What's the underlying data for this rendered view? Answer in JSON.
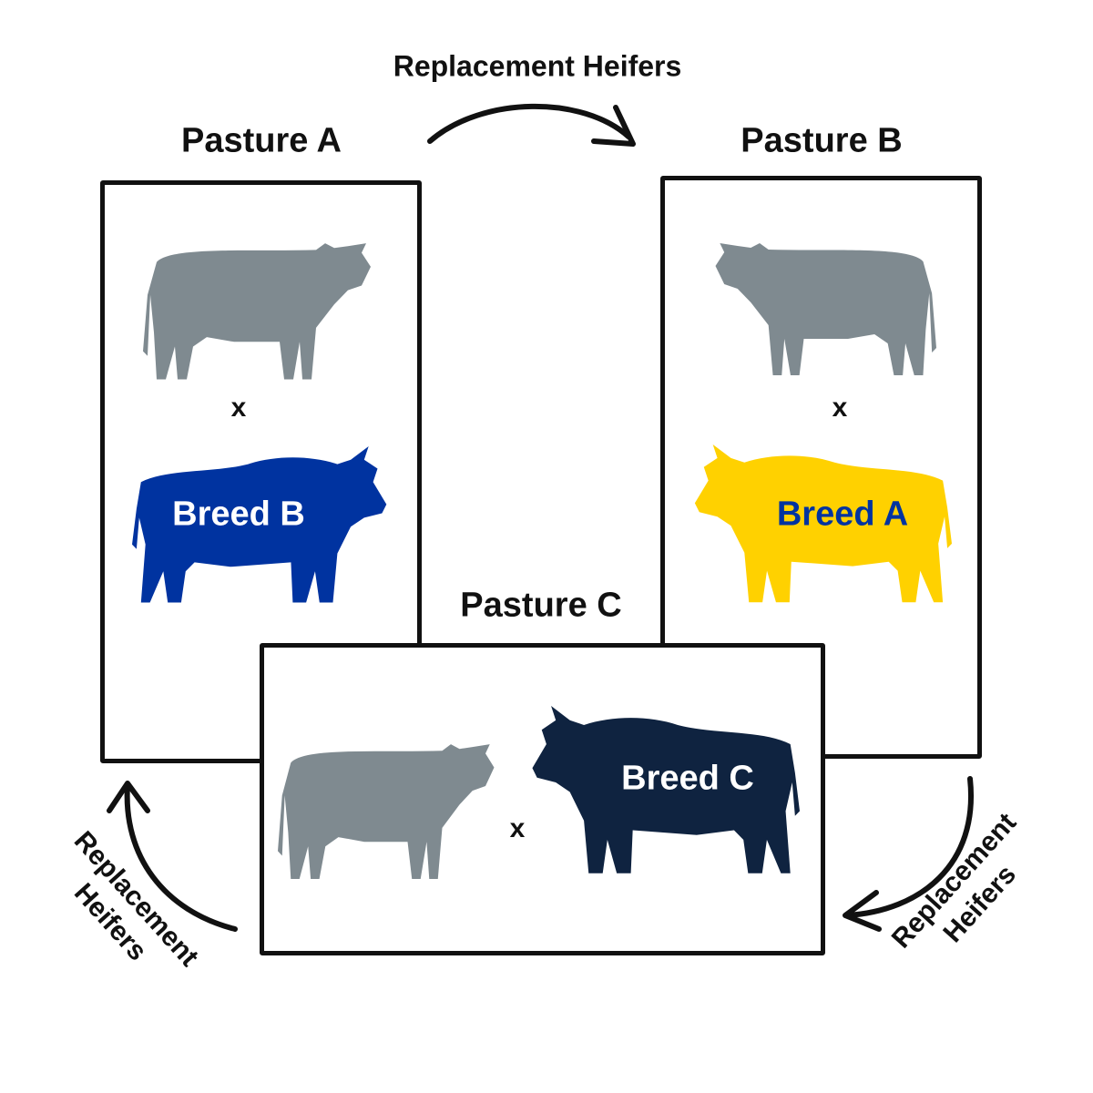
{
  "top_flow_label": "Replacement Heifers",
  "left_flow_label": [
    "Replacement",
    "Heifers"
  ],
  "right_flow_label": [
    "Replacement",
    "Heifers"
  ],
  "pastures": [
    {
      "title": "Pasture A",
      "cross": "x",
      "bull_breed": "Breed B",
      "bull_color": "#0033a0",
      "breed_text_color": "#ffffff"
    },
    {
      "title": "Pasture B",
      "cross": "x",
      "bull_breed": "Breed A",
      "bull_color": "#ffd100",
      "breed_text_color": "#0033a0"
    },
    {
      "title": "Pasture C",
      "cross": "x",
      "bull_breed": "Breed C",
      "bull_color": "#0f2340",
      "breed_text_color": "#ffffff"
    }
  ],
  "cow_color": "#7f8a90"
}
